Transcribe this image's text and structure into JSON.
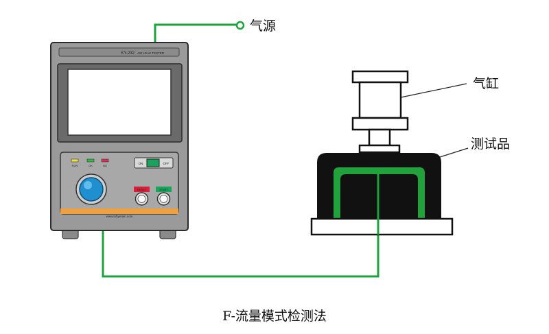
{
  "labels": {
    "air_source": "气源",
    "cylinder": "气缸",
    "test_item": "测试品",
    "caption": "F-流量模式检测法"
  },
  "device": {
    "model": "KY-232",
    "name": "AIR LEAK TESTER",
    "indicators": [
      "RUN",
      "OK",
      "NG"
    ],
    "switch_on": "ON",
    "switch_off": "OFF",
    "reset": "RESET",
    "start": "START",
    "website": "www.tobymain.com"
  },
  "colors": {
    "pipe": "#1aa33a",
    "seal": "#22a23d",
    "panel": "#9a9a9a",
    "panel_dark": "#5e5e5e",
    "knob": "#1f8fd0",
    "indicator_run": "#f0e040",
    "indicator_ok": "#2fbf3f",
    "indicator_ng": "#e0305a",
    "reset_button": "#d8203a",
    "start_button": "#1aa35a",
    "stripe": "#f0a040"
  }
}
